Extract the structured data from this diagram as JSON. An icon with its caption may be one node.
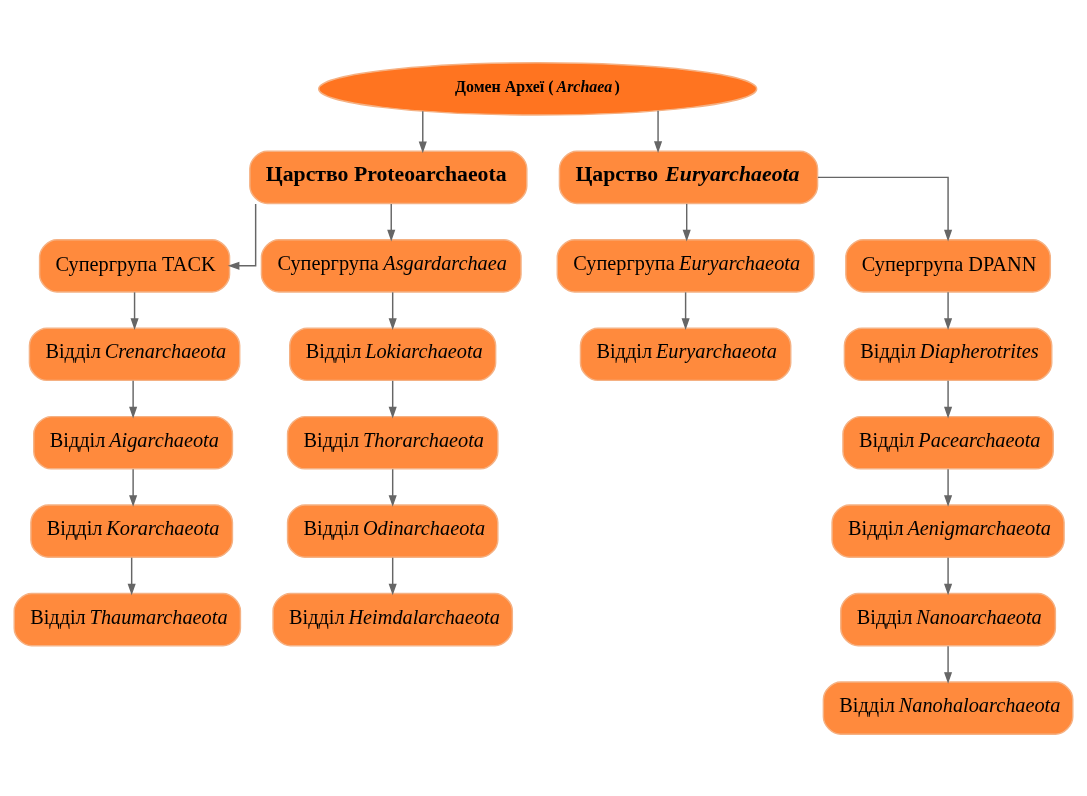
{
  "diagram": {
    "nodes": [
      {
        "text": [
          "Домен Археї (*Archaea*)"
        ]
      },
      {
        "text": [
          "Царство Proteoarchaeota"
        ]
      },
      {
        "text": [
          "Царство *Euryarchaeota*"
        ]
      },
      {
        "text": [
          "Супергрупа TACK"
        ]
      },
      {
        "text": [
          "Супергрупа *Asgardarchaea*"
        ]
      },
      {
        "text": [
          "Супергрупа *Euryarchaeota*"
        ]
      },
      {
        "text": [
          "Супергрупа DPANN"
        ]
      },
      {
        "text": [
          "Відділ *Crenarchaeota*"
        ]
      },
      {
        "text": [
          "Відділ *Aigarchaeota*"
        ]
      },
      {
        "text": [
          "Відділ *Korarchaeota*"
        ]
      },
      {
        "text": [
          "Відділ *Thaumarchaeota*"
        ]
      },
      {
        "text": [
          "Відділ *Lokiarchaeota*"
        ]
      },
      {
        "text": [
          "Відділ *Thorarchaeota*"
        ]
      },
      {
        "text": [
          "Відділ *Odinarchaeota*"
        ]
      },
      {
        "text": [
          "Відділ *Heimdalarchaeota*"
        ]
      },
      {
        "text": [
          "Відділ *Euryarchaeota*"
        ]
      },
      {
        "text": [
          "Відділ *Diapherotrites*"
        ]
      },
      {
        "text": [
          "Відділ *Pacearchaeota*"
        ]
      },
      {
        "text": [
          "Відділ *Aenigmarchaeota*"
        ]
      },
      {
        "text": [
          "Відділ *Nanoarchaeota*"
        ]
      },
      {
        "text": [
          "Відділ *Nanohaloarchaeota*"
        ]
      }
    ],
    "edges": [
      {
        "from": 0,
        "to": 1,
        "arrow": "to"
      },
      {
        "from": 0,
        "to": 2,
        "arrow": "to"
      },
      {
        "from": 1,
        "to": 3,
        "arrow": "to"
      },
      {
        "from": 1,
        "to": 4,
        "arrow": "to"
      },
      {
        "from": 2,
        "to": 5,
        "arrow": "to"
      },
      {
        "from": 2,
        "to": 6,
        "arrow": "to"
      },
      {
        "from": 3,
        "to": 7,
        "arrow": "to"
      },
      {
        "from": 7,
        "to": 8,
        "arrow": "to"
      },
      {
        "from": 8,
        "to": 9,
        "arrow": "to"
      },
      {
        "from": 9,
        "to": 10,
        "arrow": "to"
      },
      {
        "from": 4,
        "to": 11,
        "arrow": "to"
      },
      {
        "from": 11,
        "to": 12,
        "arrow": "to"
      },
      {
        "from": 12,
        "to": 13,
        "arrow": "to"
      },
      {
        "from": 13,
        "to": 14,
        "arrow": "to"
      },
      {
        "from": 5,
        "to": 15,
        "arrow": "to"
      },
      {
        "from": 6,
        "to": 16,
        "arrow": "to"
      },
      {
        "from": 16,
        "to": 17,
        "arrow": "to"
      },
      {
        "from": 17,
        "to": 18,
        "arrow": "to"
      },
      {
        "from": 18,
        "to": 19,
        "arrow": "to"
      },
      {
        "from": 19,
        "to": 20,
        "arrow": "to"
      }
    ]
  }
}
